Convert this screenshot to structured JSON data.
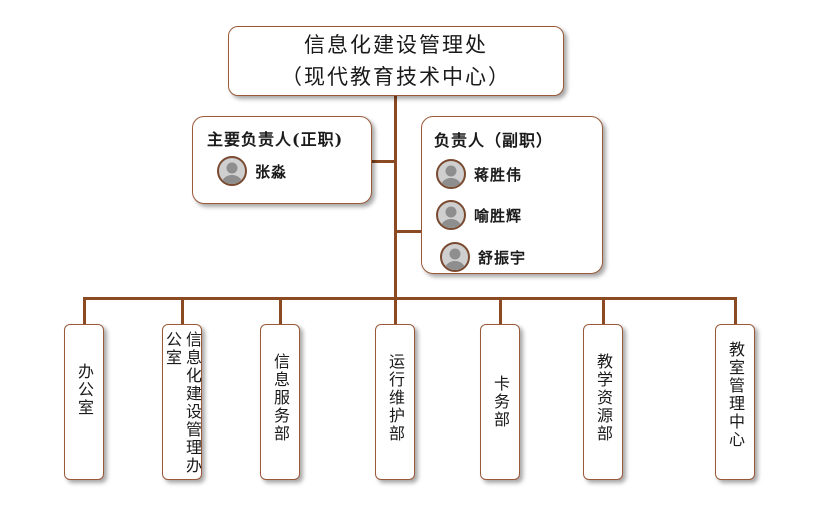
{
  "org": {
    "title_line1": "信息化建设管理处",
    "title_line2": "（现代教育技术中心）"
  },
  "primary_leader": {
    "title": "主要负责人(正职)",
    "name": "张淼"
  },
  "deputy_leaders": {
    "title": "负责人（副职）",
    "names": [
      "蒋胜伟",
      "喻胜辉",
      "舒振宇"
    ]
  },
  "departments": [
    "办公室",
    "信息化建设管理办公室",
    "信息服务部",
    "运行维护部",
    "卡务部",
    "教学资源部",
    "教室管理中心"
  ],
  "colors": {
    "line": "#8b4a22",
    "border": "#9a5a3a"
  },
  "icons": {
    "person": "user-avatar-icon"
  }
}
